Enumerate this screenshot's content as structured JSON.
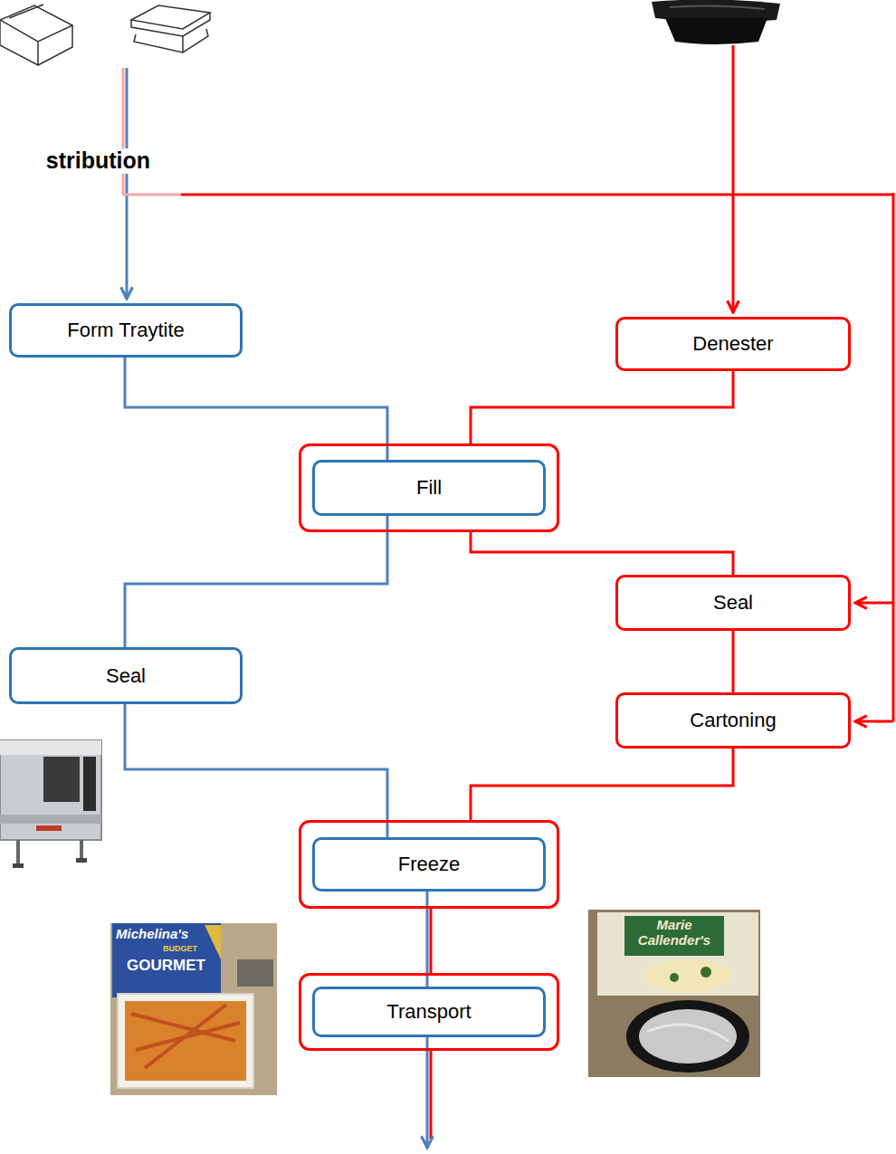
{
  "diagram": {
    "nodes": [
      {
        "text": [
          "Form Traytite"
        ]
      },
      {
        "text": [
          "Denester"
        ]
      },
      {
        "text": [
          "Fill"
        ]
      },
      {
        "text": [
          "Seal"
        ]
      },
      {
        "text": [
          "Seal"
        ]
      },
      {
        "text": [
          "Cartoning"
        ]
      },
      {
        "text": [
          "Freeze"
        ]
      },
      {
        "text": [
          "Transport"
        ]
      }
    ],
    "edges": [
      {
        "from": 0,
        "to": 2,
        "arrow": "none"
      },
      {
        "from": 1,
        "to": 2,
        "arrow": "none"
      },
      {
        "from": 2,
        "to": 3,
        "arrow": "none"
      },
      {
        "from": 2,
        "to": 4,
        "arrow": "none"
      },
      {
        "from": 3,
        "to": 5,
        "arrow": "none"
      },
      {
        "from": 4,
        "to": 6,
        "arrow": "none"
      },
      {
        "from": 5,
        "to": 6,
        "arrow": "none"
      },
      {
        "from": 6,
        "to": 7,
        "arrow": "none"
      }
    ],
    "labels": [
      "stribution",
      "Michelina's",
      "BUDGET",
      "GOURMET",
      "Marie Callender's"
    ]
  }
}
